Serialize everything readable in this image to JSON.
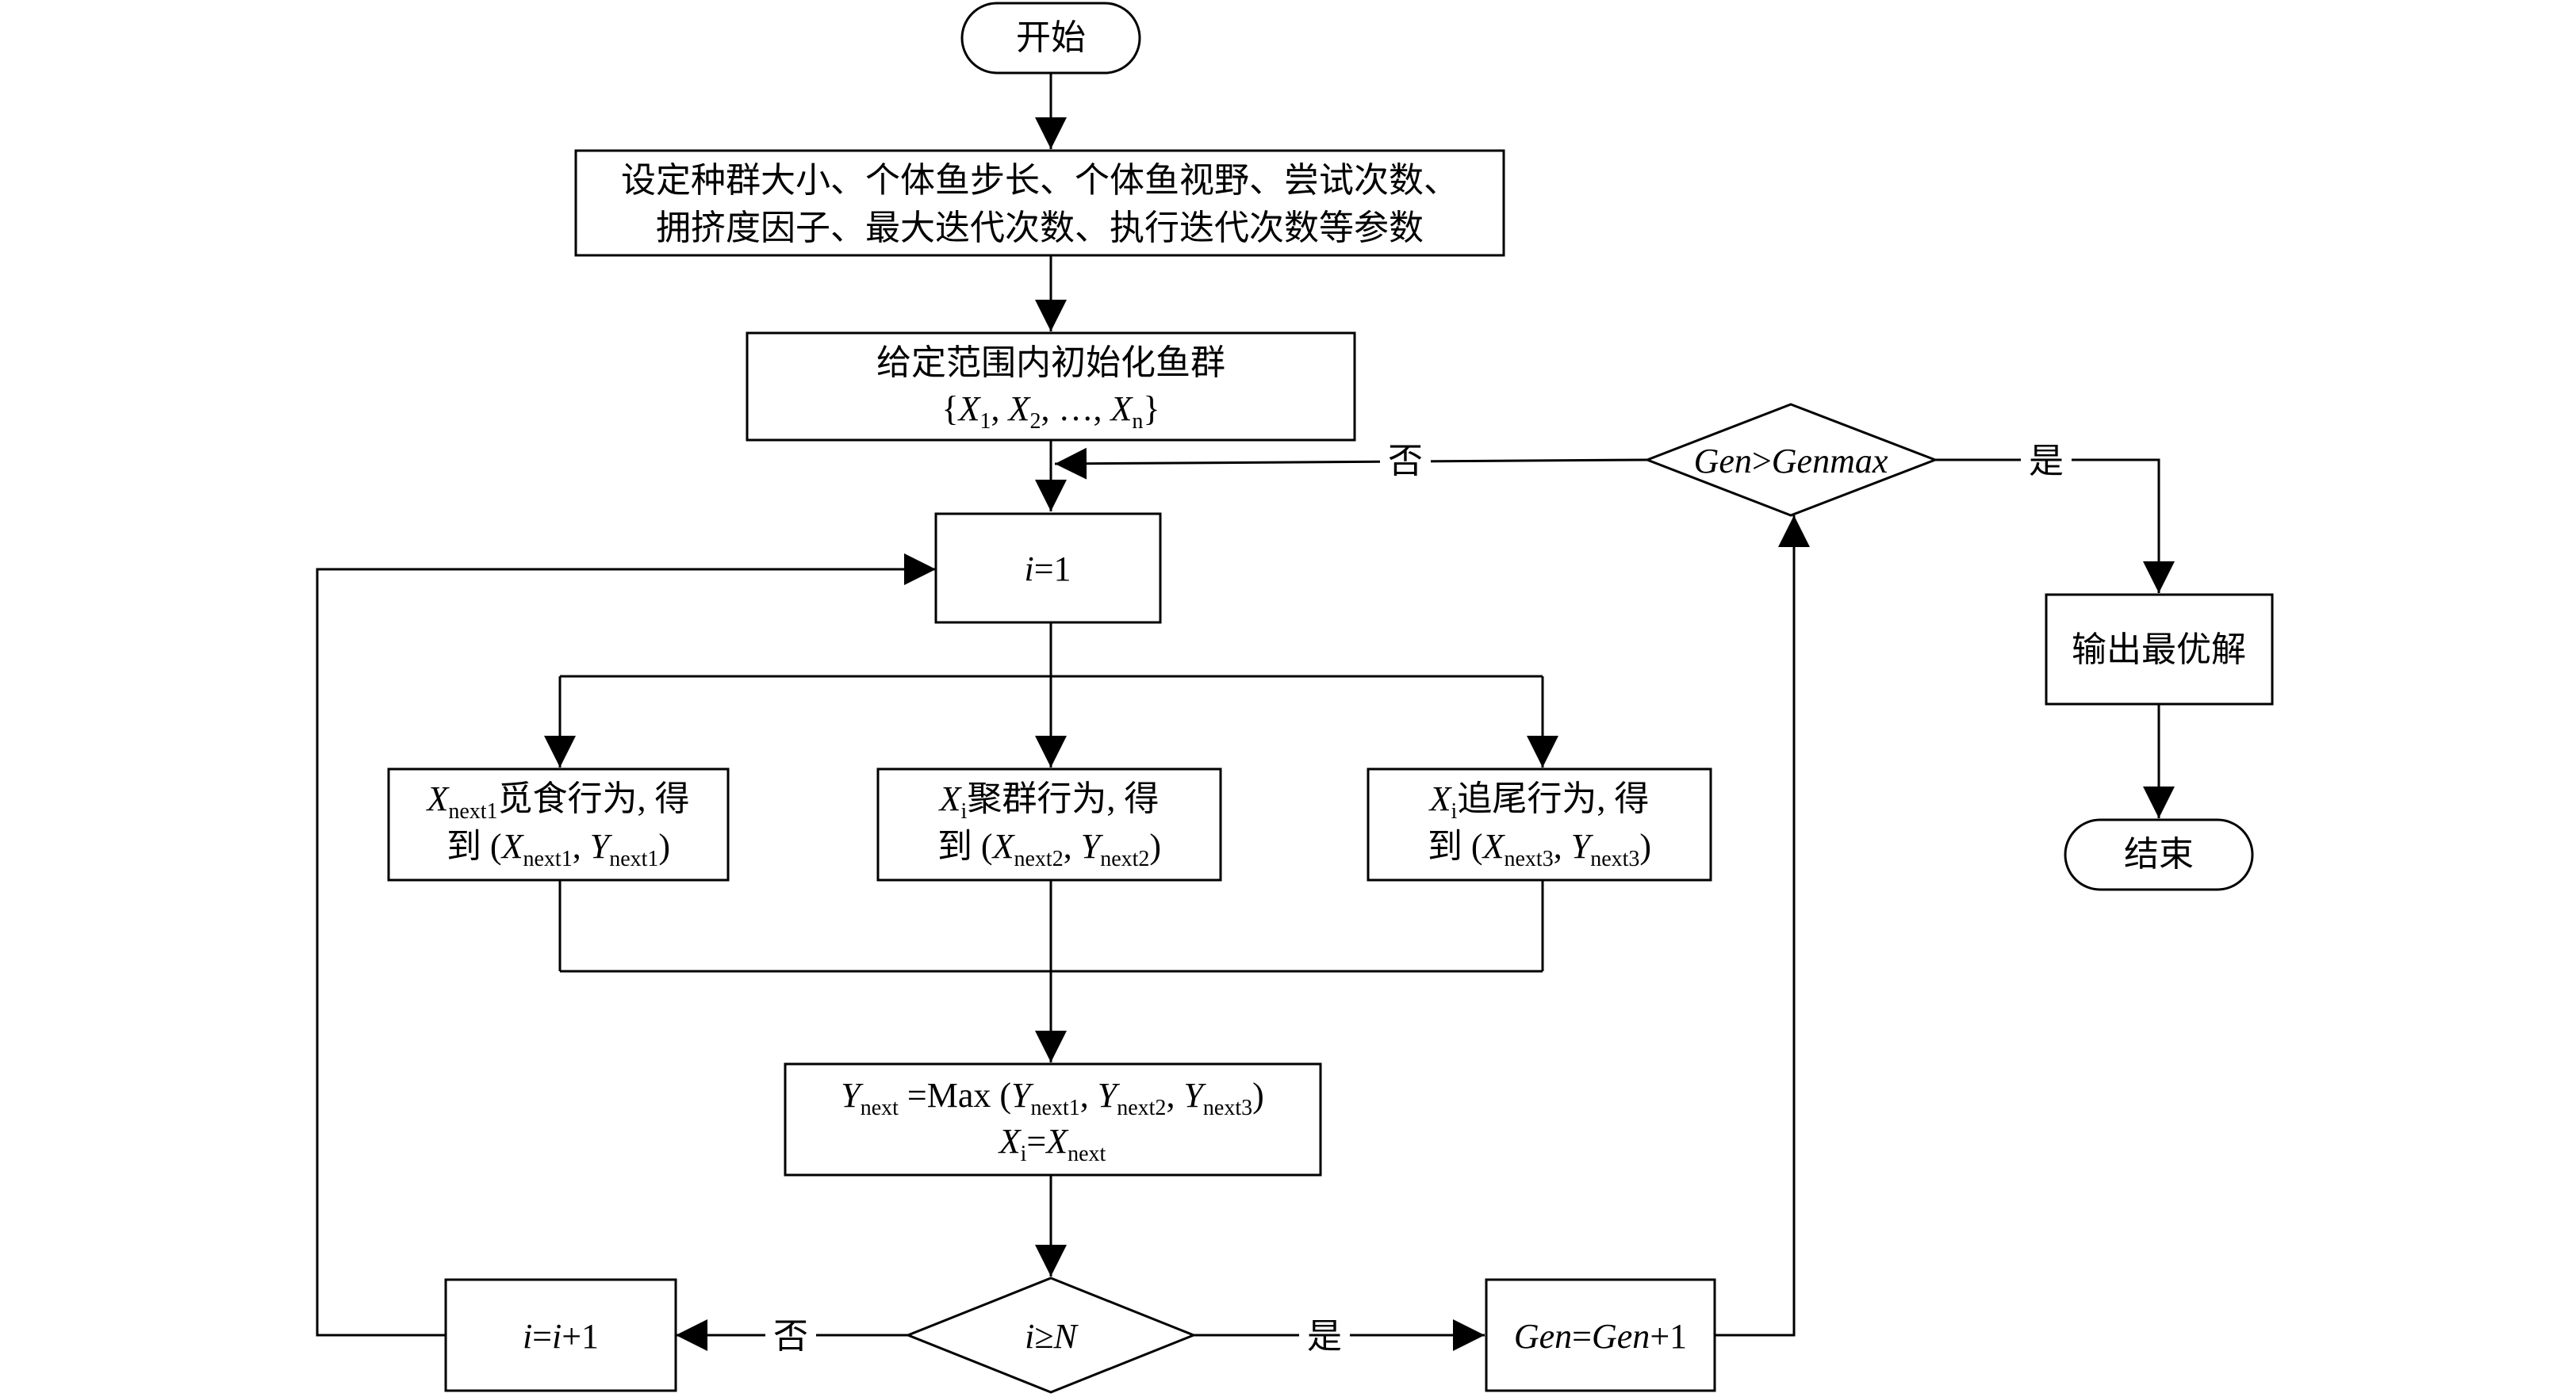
{
  "nodes": {
    "start": "开始",
    "setup": {
      "line1": "设定种群大小、个体鱼步长、个体鱼视野、尝试次数、",
      "line2": "拥挤度因子、最大迭代次数、执行迭代次数等参数"
    },
    "init": {
      "line1": "给定范围内初始化鱼群",
      "set_open": "{",
      "x": "X",
      "sub1": "1",
      "sub2": "2",
      "subn": "n",
      "comma": ", ",
      "ellipsis": "…",
      "set_close": "}"
    },
    "i_init": {
      "var": "i",
      "rest": "=1"
    },
    "prey": {
      "var": "X",
      "sub": "next1",
      "label": "觅食行为, 得",
      "line2_pre": "到 (",
      "x": "X",
      "y": "Y",
      "comma": ", ",
      "close": ")"
    },
    "swarm": {
      "var": "X",
      "sub": "i",
      "label": "聚群行为, 得",
      "line2_pre": "到 (",
      "x": "X",
      "y": "Y",
      "subn": "next2",
      "comma": ", ",
      "close": ")"
    },
    "follow": {
      "var": "X",
      "sub": "i",
      "label": "追尾行为, 得",
      "line2_pre": "到 (",
      "x": "X",
      "y": "Y",
      "subn": "next3",
      "comma": ", ",
      "close": ")"
    },
    "max": {
      "y": "Y",
      "sub_next": "next",
      "eq_max": " =Max (",
      "sub1": "next1",
      "sub2": "next2",
      "sub3": "next3",
      "comma": ", ",
      "close": ")",
      "x": "X",
      "sub_i": "i",
      "eq": "="
    },
    "check_i": {
      "var_i": "i",
      "op": "≥",
      "var_n": "N"
    },
    "inc_i": {
      "var": "i",
      "eq": "=",
      "var2": "i",
      "plus": "+1"
    },
    "inc_gen": {
      "var": "Gen",
      "eq": "=",
      "var2": "Gen",
      "plus": "+1"
    },
    "check_gen": {
      "var": "Gen",
      "op": ">",
      "var2": "Genmax"
    },
    "output": "输出最优解",
    "end": "结束"
  },
  "labels": {
    "no_gen": "否",
    "yes_gen": "是",
    "no_i": "否",
    "yes_i": "是"
  }
}
